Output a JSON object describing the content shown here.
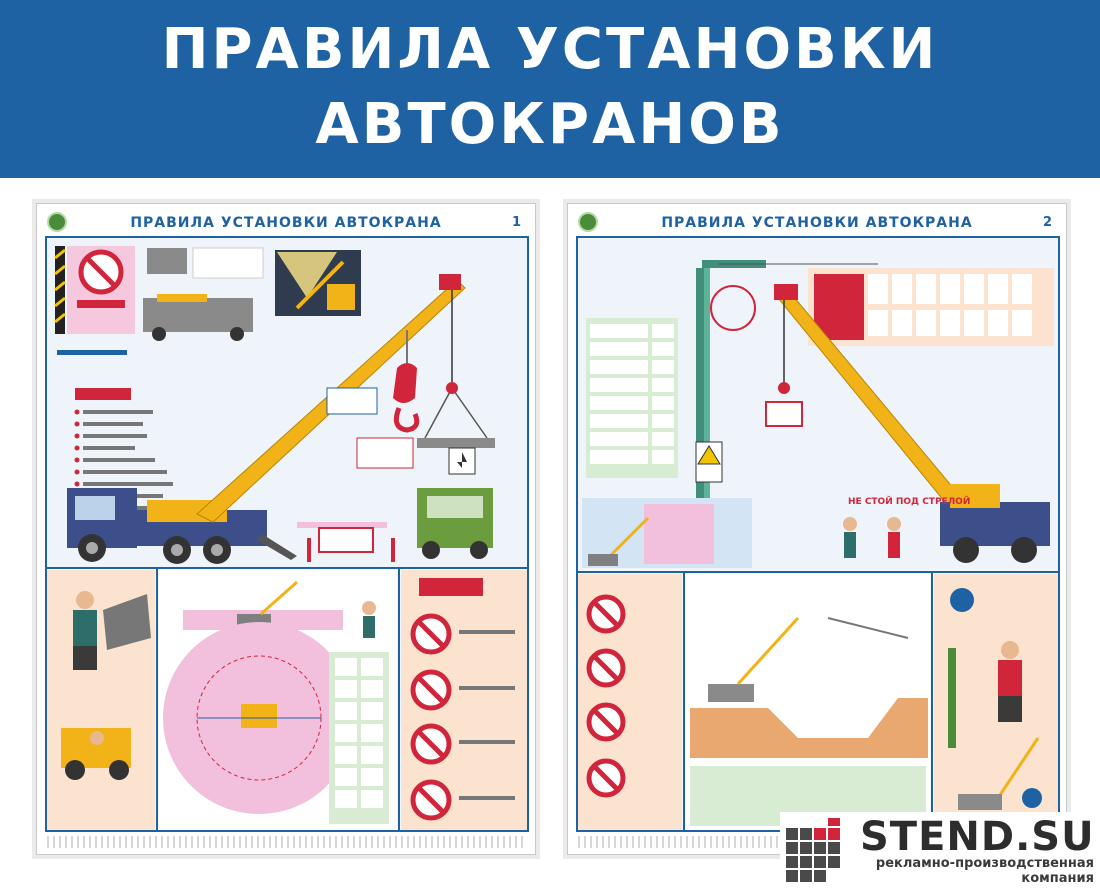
{
  "header": {
    "title_line1": "ПРАВИЛА УСТАНОВКИ",
    "title_line2": "АВТОКРАНОВ"
  },
  "poster1": {
    "title": "ПРАВИЛА УСТАНОВКИ АВТОКРАНА",
    "number": "1"
  },
  "poster2": {
    "title": "ПРАВИЛА УСТАНОВКИ АВТОКРАНА",
    "number": "2",
    "sign_text": "НЕ СТОЙ ПОД СТРЕЛОЙ"
  },
  "brand": {
    "name": "STEND.SU",
    "tagline_line1": "рекламно-производственная",
    "tagline_line2": "компания"
  },
  "colors": {
    "header_bg": "#1e62a3",
    "crane_yellow": "#f2b318",
    "truck_blue": "#3d4f8a",
    "danger_red": "#d0253a",
    "zone_pink": "#f2c0dc",
    "panel_peach": "#fbe3cf"
  }
}
